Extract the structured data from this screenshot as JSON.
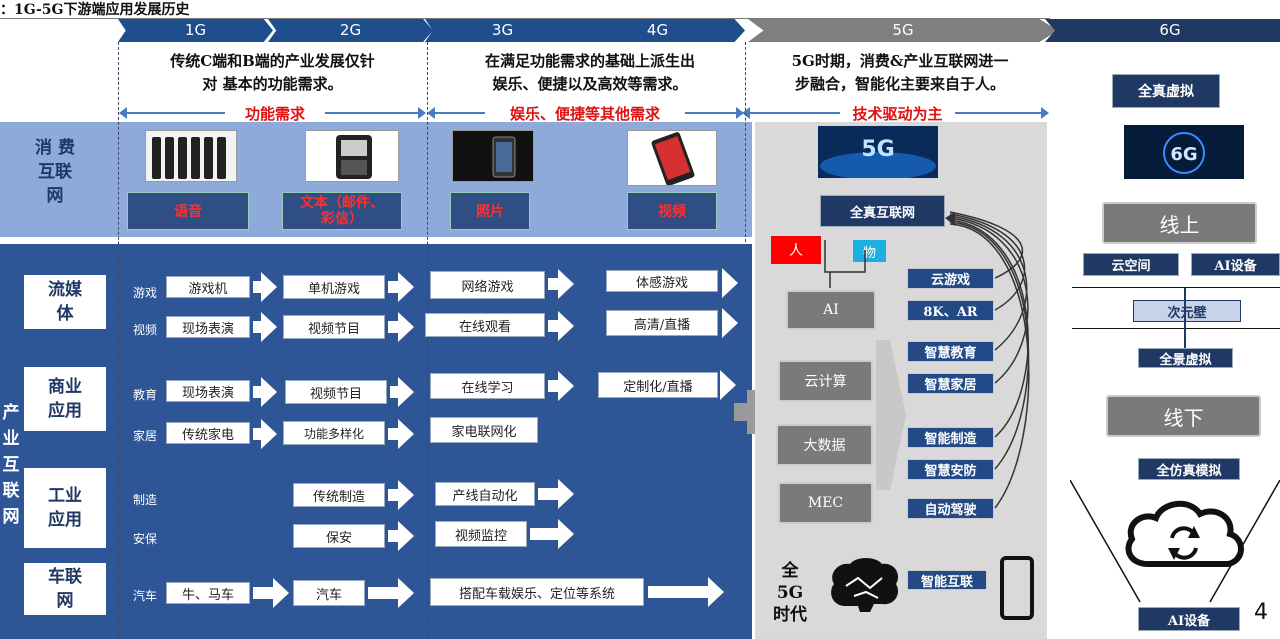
{
  "title": "：1G-5G下游端应用发展历史",
  "generations": [
    "1G",
    "2G",
    "3G",
    "4G",
    "5G",
    "6G"
  ],
  "descriptions": {
    "d12": "传统C端和B端的产业发展仅针对基本的功能需求。",
    "d12_line1": "传统C端和B端的产业发展仅针",
    "d12_line2": "对 基本的功能需求。",
    "d34_line1": "在满足功能需求的基础上派生出",
    "d34_line2": "娱乐、便捷以及高效等需求。",
    "d5_line1": "5G时期，消费&产业互联网进一",
    "d5_line2": "步融合，智能化主要来自于人。"
  },
  "demands": {
    "d12": "功能需求",
    "d34": "娱乐、便捷等其他需求",
    "d5": "技术驱动为主"
  },
  "consumer": {
    "label": "消费互联网",
    "label_chars": [
      "消 费",
      "互联",
      "网"
    ],
    "items": [
      "语音",
      "文本（邮件、彩信）",
      "照片",
      "视频"
    ],
    "item2_line1": "文本（邮件、",
    "item2_line2": "彩信）"
  },
  "industry": {
    "label": "产业互联网",
    "chars": [
      "产",
      "业",
      "互",
      "联",
      "网"
    ],
    "categories": [
      {
        "name_l1": "流媒",
        "name_l2": "体"
      },
      {
        "name_l1": "商业",
        "name_l2": "应用"
      },
      {
        "name_l1": "工业",
        "name_l2": "应用"
      },
      {
        "name_l1": "车联",
        "name_l2": "网"
      }
    ],
    "rows": [
      {
        "label": "游戏",
        "c1": "游戏机",
        "c2": "单机游戏",
        "c3": "网络游戏",
        "c4": "体感游戏"
      },
      {
        "label": "视频",
        "c1": "现场表演",
        "c2": "视频节目",
        "c3": "在线观看",
        "c4": "高清/直播"
      },
      {
        "label": "教育",
        "c1": "现场表演",
        "c2": "视频节目",
        "c3": "在线学习",
        "c4": "定制化/直播"
      },
      {
        "label": "家居",
        "c1": "传统家电",
        "c2": "功能多样化",
        "c3": "家电联网化",
        "c4": ""
      },
      {
        "label": "制造",
        "c1": "",
        "c2": "传统制造",
        "c3": "产线自动化",
        "c4": ""
      },
      {
        "label": "安保",
        "c1": "",
        "c2": "保安",
        "c3": "视频监控",
        "c4": ""
      },
      {
        "label": "汽车",
        "c1": "牛、马车",
        "c2": "汽车",
        "c3": "搭配车载娱乐、定位等系统",
        "c4": ""
      }
    ]
  },
  "fiveg": {
    "banner": "5G",
    "hub": "全真互联网",
    "person": "人",
    "object": "物",
    "tech": [
      "AI",
      "云计算",
      "大数据",
      "MEC"
    ],
    "apps": [
      "云游戏",
      "8K、AR",
      "智慧教育",
      "智慧家居",
      "智能制造",
      "智慧安防",
      "自动驾驶"
    ],
    "era_l1": "全",
    "era_l2": "5G",
    "era_l3": "时代",
    "smart": "智能互联"
  },
  "sixg": {
    "virtual": "全真虚拟",
    "banner": "6G",
    "online": "线上",
    "cloud": "云空间",
    "ai": "AI设备",
    "wall": "次元壁",
    "panorama": "全景虚拟",
    "offline": "线下",
    "sim": "全仿真模拟",
    "ai_bottom": "AI设备"
  },
  "page_number": "4",
  "colors": {
    "navy": "#1f3864",
    "panel": "#2e5596",
    "consumer_bg": "#8eaadb",
    "tab": "#1f4e8c",
    "grey_tab": "#7f7f7f",
    "gray_panel": "#d9d9d9",
    "red": "#e01010"
  }
}
